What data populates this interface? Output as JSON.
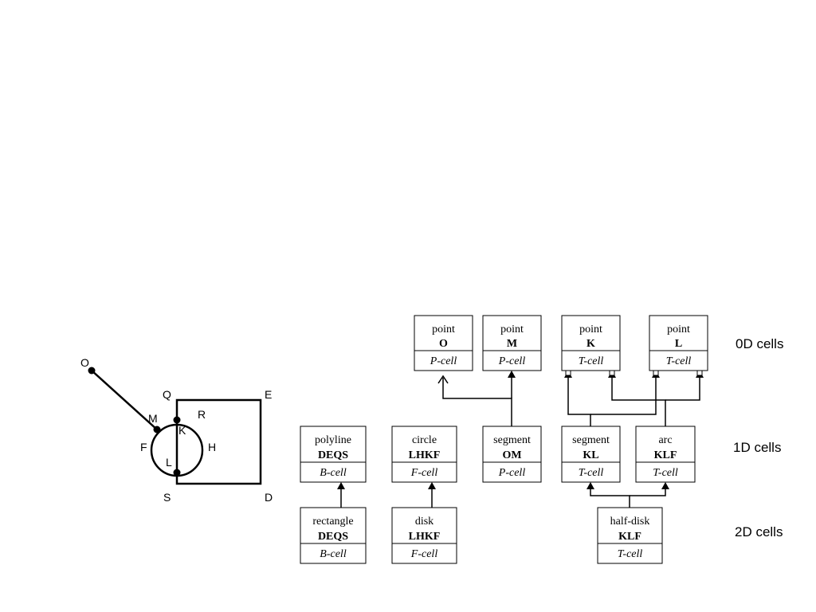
{
  "geometry": {
    "labels": {
      "O": "O",
      "Q": "Q",
      "E": "E",
      "M": "M",
      "R": "R",
      "K": "K",
      "F": "F",
      "H": "H",
      "L": "L",
      "S": "S",
      "D": "D"
    }
  },
  "levels": {
    "zero": "0D cells",
    "one": "1D cells",
    "two": "2D cells"
  },
  "cells": {
    "point_o": {
      "kind": "point",
      "id": "O",
      "cell": "P-cell"
    },
    "point_m": {
      "kind": "point",
      "id": "M",
      "cell": "P-cell"
    },
    "point_k": {
      "kind": "point",
      "id": "K",
      "cell": "T-cell"
    },
    "point_l": {
      "kind": "point",
      "id": "L",
      "cell": "T-cell"
    },
    "polyline": {
      "kind": "polyline",
      "id": "DEQS",
      "cell": "B-cell"
    },
    "circle": {
      "kind": "circle",
      "id": "LHKF",
      "cell": "F-cell"
    },
    "segment_om": {
      "kind": "segment",
      "id": "OM",
      "cell": "P-cell"
    },
    "segment_kl": {
      "kind": "segment",
      "id": "KL",
      "cell": "T-cell"
    },
    "arc": {
      "kind": "arc",
      "id": "KLF",
      "cell": "T-cell"
    },
    "rectangle": {
      "kind": "rectangle",
      "id": "DEQS",
      "cell": "B-cell"
    },
    "disk": {
      "kind": "disk",
      "id": "LHKF",
      "cell": "F-cell"
    },
    "half_disk": {
      "kind": "half-disk",
      "id": "KLF",
      "cell": "T-cell"
    }
  }
}
